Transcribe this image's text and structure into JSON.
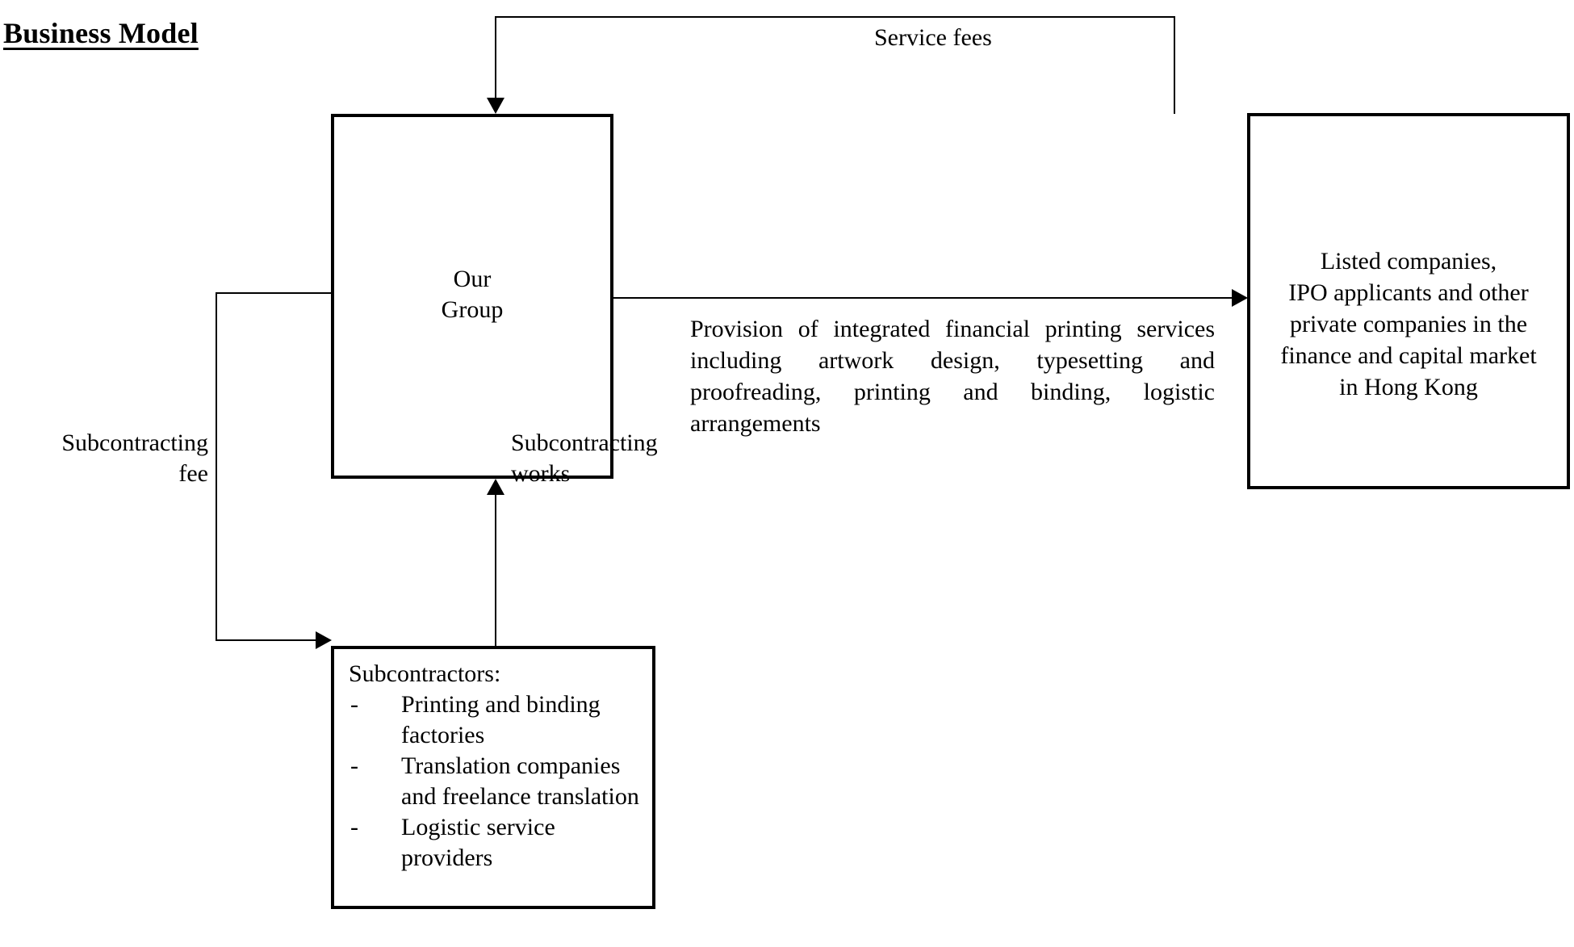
{
  "title": "Business Model",
  "nodes": {
    "our_group": {
      "label": "Our\nGroup"
    },
    "customers": {
      "label": "Listed companies,\nIPO applicants and other\nprivate companies in the\nfinance and capital market\nin Hong Kong"
    },
    "subcontractors": {
      "heading": "Subcontractors:",
      "dash": "-",
      "items": [
        "Printing and binding factories",
        "Translation companies and freelance translation",
        "Logistic service providers"
      ]
    }
  },
  "edges": {
    "service_fees": "Service fees",
    "service_description": "Provision of integrated financial printing services including artwork design, typesetting and proofreading, printing and binding, logistic arrangements",
    "subcontracting_fee": "Subcontracting\nfee",
    "subcontracting_works": "Subcontracting\nworks"
  },
  "colors": {
    "stroke": "#000000",
    "background": "#ffffff"
  }
}
